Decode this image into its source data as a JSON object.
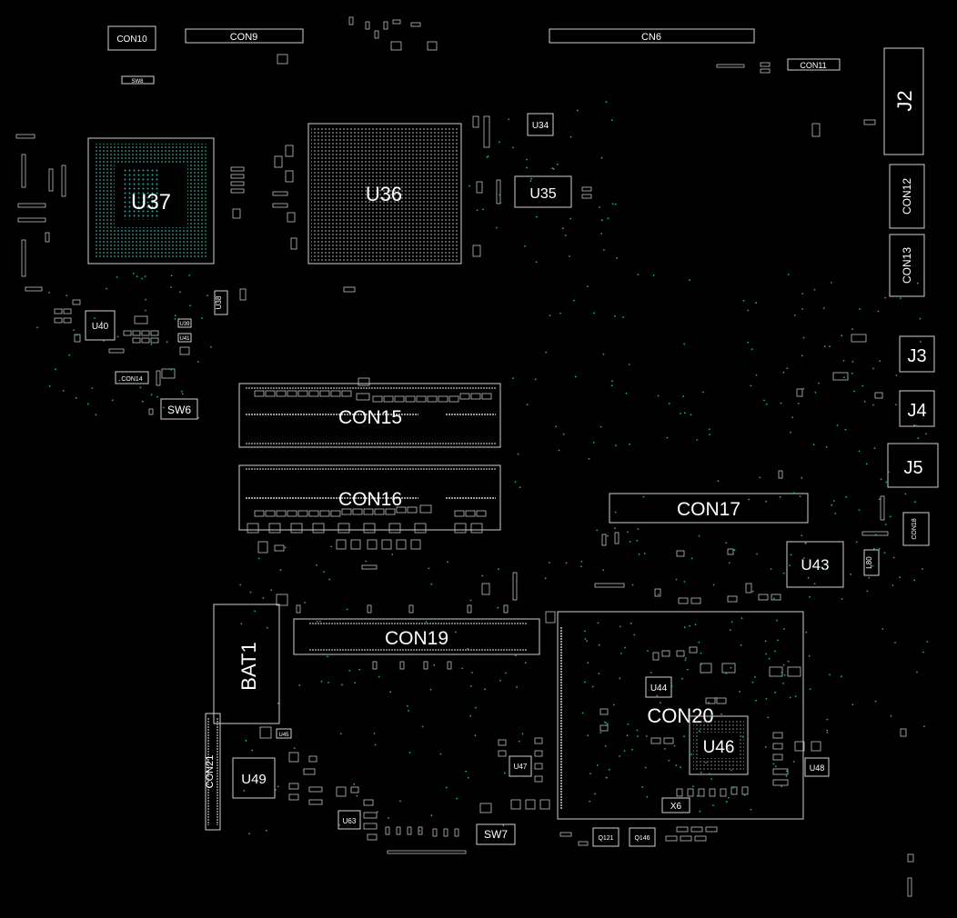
{
  "board": {
    "background": "#000000",
    "outline_color": "#cfcfcf",
    "via_color": "#1fa896",
    "label_color": "#ffffff"
  },
  "components": {
    "con10": "CON10",
    "con9": "CON9",
    "cn6": "CN6",
    "con11": "CON11",
    "j2": "J2",
    "sw8": "SW8",
    "u37": "U37",
    "u36": "U36",
    "u34": "U34",
    "u35": "U35",
    "con12": "CON12",
    "con13": "CON13",
    "u38": "U38",
    "u40": "U40",
    "u39": "U39",
    "u41": "U41",
    "con14": "CON14",
    "sw6": "SW6",
    "j3": "J3",
    "j4": "J4",
    "j5": "J5",
    "con15": "CON15",
    "con16": "CON16",
    "con17": "CON17",
    "con18": "CON18",
    "u43": "U43",
    "l80": "L80",
    "bat1": "BAT1",
    "con19": "CON19",
    "con20": "CON20",
    "u44": "U44",
    "u46": "U46",
    "u48": "U48",
    "x6": "X6",
    "u45": "U45",
    "u49": "U49",
    "con21": "CON21",
    "u47": "U47",
    "u63": "U63",
    "sw7": "SW7",
    "q121": "Q121",
    "q146": "Q146"
  }
}
